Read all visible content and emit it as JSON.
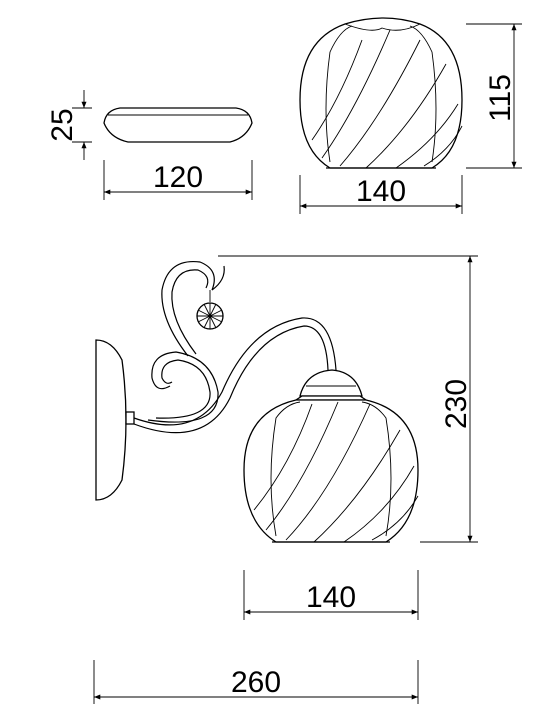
{
  "dimensions": {
    "plate_height": "25",
    "plate_width": "120",
    "shade_top_width": "140",
    "shade_top_height": "115",
    "lamp_height": "230",
    "shade_front_width": "140",
    "total_width": "260"
  }
}
